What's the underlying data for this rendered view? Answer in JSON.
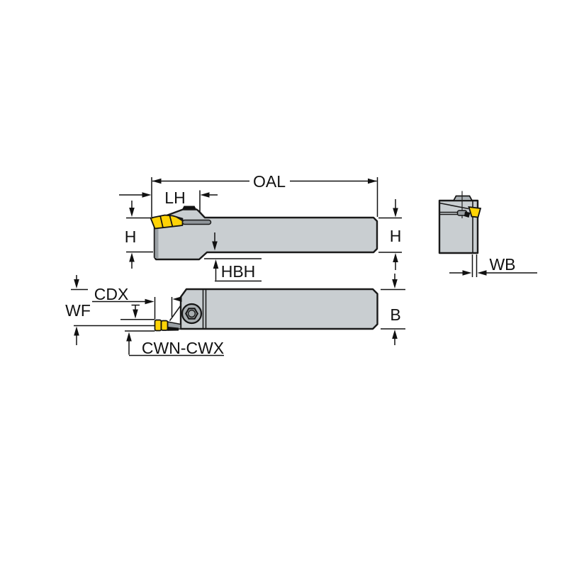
{
  "labels": {
    "oal": "OAL",
    "lh": "LH",
    "h_left": "H",
    "h_right": "H",
    "hbh": "HBH",
    "cdx": "CDX",
    "wf": "WF",
    "cwn_cwx": "CWN-CWX",
    "b": "B",
    "wb": "WB"
  },
  "colors": {
    "background": "#ffffff",
    "body": "#c9ced1",
    "insert": "#ffd306",
    "outline": "#1a1a1a",
    "detail": "#9aa0a4"
  }
}
